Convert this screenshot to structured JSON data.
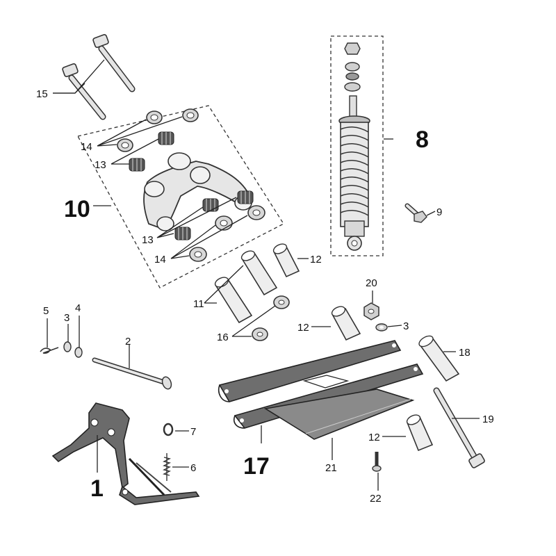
{
  "diagram": {
    "title": "",
    "background": "#ffffff",
    "part_fill": "#e4e4e4",
    "part_dark": "#6e6e6e",
    "labels": {
      "p1": "1",
      "p2": "2",
      "p3a": "3",
      "p3b": "3",
      "p4": "4",
      "p5": "5",
      "p6": "6",
      "p7": "7",
      "p8": "8",
      "p9": "9",
      "p10": "10",
      "p11": "11",
      "p12a": "12",
      "p12b": "12",
      "p12c": "12",
      "p13a": "13",
      "p13b": "13",
      "p14a": "14",
      "p14b": "14",
      "p15": "15",
      "p16": "16",
      "p17": "17",
      "p18": "18",
      "p19": "19",
      "p20": "20",
      "p21": "21",
      "p22": "22"
    }
  }
}
